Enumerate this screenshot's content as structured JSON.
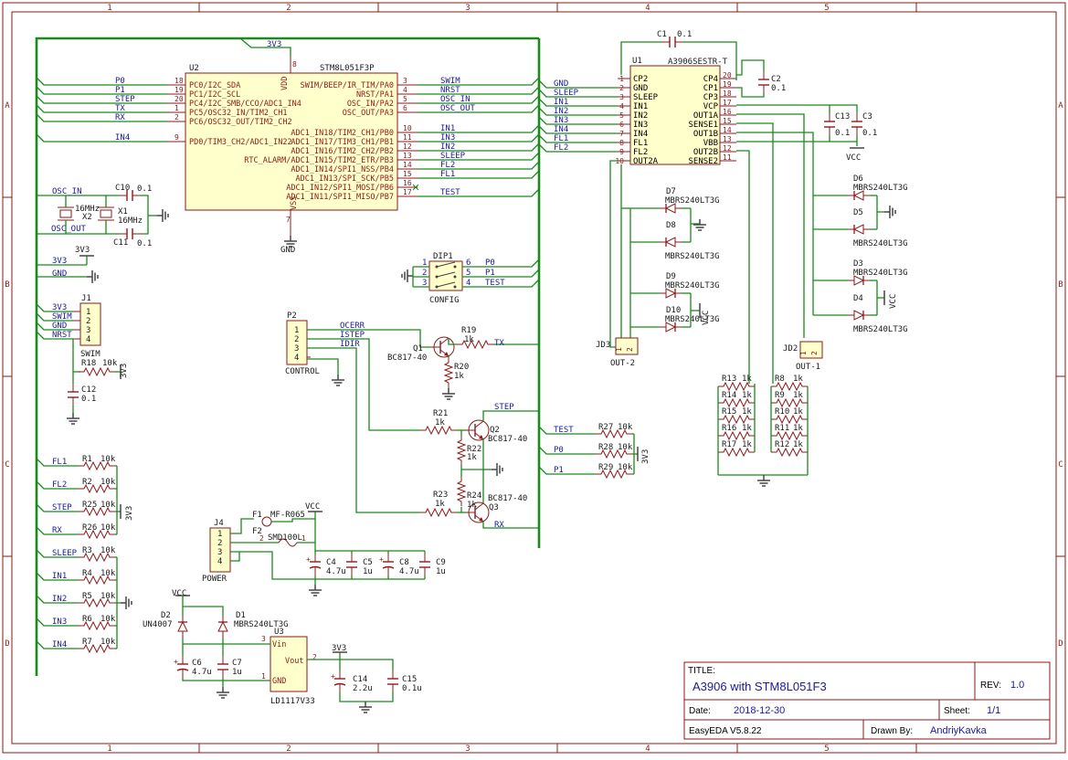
{
  "grid": {
    "columns": [
      "1",
      "2",
      "3",
      "4",
      "5"
    ],
    "rows": [
      "A",
      "B",
      "C",
      "D"
    ]
  },
  "title_block": {
    "title_label": "TITLE:",
    "title": "A3906 with STM8L051F3",
    "rev_label": "REV:",
    "rev": "1.0",
    "date_label": "Date:",
    "date": "2018-12-30",
    "sheet_label": "Sheet:",
    "sheet": "1/1",
    "tool": "EasyEDA V5.8.22",
    "drawn_label": "Drawn By:",
    "drawn_by": "AndriyKavka"
  },
  "mcu": {
    "ref": "U2",
    "part": "STM8L051F3P",
    "vdd": "VDD",
    "vss": "VSS",
    "vdd_pin": "8",
    "vss_pin": "7",
    "power_net": "3V3",
    "gnd_net": "GND",
    "left_pins": [
      {
        "num": "18",
        "name": "PC0/I2C_SDA",
        "net": "P0"
      },
      {
        "num": "19",
        "name": "PC1/I2C_SCL",
        "net": "P1"
      },
      {
        "num": "20",
        "name": "PC4/I2C_SMB/CCO/ADC1_IN4",
        "net": "STEP"
      },
      {
        "num": "1",
        "name": "PC5/OSC32_IN/TIM2_CH1",
        "net": "TX"
      },
      {
        "num": "2",
        "name": "PC6/OSC32_OUT/TIM2_CH2",
        "net": "RX"
      },
      {
        "num": "9",
        "name": "PD0/TIM3_CH2/ADC1_IN22",
        "net": "IN4"
      }
    ],
    "right_pins": [
      {
        "num": "3",
        "name": "SWIM/BEEP/IR_TIM/PA0",
        "net": "SWIM"
      },
      {
        "num": "4",
        "name": "NRST/PA1",
        "net": "NRST"
      },
      {
        "num": "5",
        "name": "OSC_IN/PA2",
        "net": "OSC_IN"
      },
      {
        "num": "6",
        "name": "OSC_OUT/PA3",
        "net": "OSC_OUT"
      },
      {
        "num": "10",
        "name": "ADC1_IN18/TIM2_CH1/PB0",
        "net": "IN1"
      },
      {
        "num": "11",
        "name": "ADC1_IN17/TIM3_CH1/PB1",
        "net": "IN3"
      },
      {
        "num": "12",
        "name": "ADC1_IN16/TIM2_CH2/PB2",
        "net": "IN2"
      },
      {
        "num": "13",
        "name": "RTC_ALARM/ADC1_IN15/TIM2_ETR/PB3",
        "net": "SLEEP"
      },
      {
        "num": "14",
        "name": "ADC1_IN14/SPI1_NSS/PB4",
        "net": "FL2"
      },
      {
        "num": "15",
        "name": "ADC1_IN13/SPI_SCK/PB5",
        "net": "FL1"
      },
      {
        "num": "16",
        "name": "ADC1_IN12/SPI1_MOSI/PB6",
        "net": ""
      },
      {
        "num": "17",
        "name": "ADC1_IN11/SPI1_MISO/PB7",
        "net": "TEST"
      }
    ]
  },
  "driver": {
    "ref": "U1",
    "part": "A3906SESTR-T",
    "left_pins": [
      {
        "num": "1",
        "name": "CP2",
        "net": ""
      },
      {
        "num": "2",
        "name": "GND",
        "net": "GND"
      },
      {
        "num": "3",
        "name": "SLEEP",
        "net": "SLEEP"
      },
      {
        "num": "4",
        "name": "IN1",
        "net": "IN1"
      },
      {
        "num": "5",
        "name": "IN2",
        "net": "IN2"
      },
      {
        "num": "6",
        "name": "IN3",
        "net": "IN3"
      },
      {
        "num": "7",
        "name": "IN4",
        "net": "IN4"
      },
      {
        "num": "8",
        "name": "FL1",
        "net": "FL1"
      },
      {
        "num": "9",
        "name": "FL2",
        "net": "FL2"
      },
      {
        "num": "10",
        "name": "OUT2A",
        "net": ""
      }
    ],
    "right_pins": [
      {
        "num": "20",
        "name": "CP4"
      },
      {
        "num": "19",
        "name": "CP1"
      },
      {
        "num": "18",
        "name": "CP3"
      },
      {
        "num": "17",
        "name": "VCP"
      },
      {
        "num": "16",
        "name": "OUT1A"
      },
      {
        "num": "15",
        "name": "SENSE1"
      },
      {
        "num": "14",
        "name": "OUT1B"
      },
      {
        "num": "13",
        "name": "VBB"
      },
      {
        "num": "12",
        "name": "OUT2B"
      },
      {
        "num": "11",
        "name": "SENSE2"
      }
    ]
  },
  "caps": {
    "c1": {
      "ref": "C1",
      "val": "0.1"
    },
    "c2": {
      "ref": "C2",
      "val": "0.1"
    },
    "c13": {
      "ref": "C13",
      "val": "0.1"
    },
    "c3": {
      "ref": "C3",
      "val": "0.1"
    },
    "c10": {
      "ref": "C10",
      "val": "0.1"
    },
    "c11": {
      "ref": "C11",
      "val": "0.1"
    },
    "c12": {
      "ref": "C12",
      "val": "0.1"
    },
    "c4": {
      "ref": "C4",
      "val": "4.7u"
    },
    "c5": {
      "ref": "C5",
      "val": "1u"
    },
    "c8": {
      "ref": "C8",
      "val": "4.7u"
    },
    "c9": {
      "ref": "C9",
      "val": "1u"
    },
    "c6": {
      "ref": "C6",
      "val": "4.7u"
    },
    "c7": {
      "ref": "C7",
      "val": "1u"
    },
    "c14": {
      "ref": "C14",
      "val": "2.2u"
    },
    "c15": {
      "ref": "C15",
      "val": "0.1u"
    }
  },
  "crystals": {
    "x2": {
      "ref": "X2",
      "val": "16MHz"
    },
    "x1": {
      "ref": "X1",
      "val": "16MHz"
    }
  },
  "osc_nets": {
    "in": "OSC_IN",
    "out": "OSC_OUT"
  },
  "left_bus_nets": {
    "v3": "3V3",
    "gnd": "GND"
  },
  "swim_header": {
    "ref": "J1",
    "caption": "SWIM",
    "pins": [
      "1",
      "2",
      "3",
      "4"
    ],
    "nets": [
      "3V3",
      "SWIM",
      "GND",
      "NRST"
    ]
  },
  "r18": {
    "ref": "R18",
    "val": "10k",
    "net": "3V3"
  },
  "pullups": {
    "net": "3V3",
    "items": [
      {
        "ref": "R1",
        "val": "10k",
        "net": "FL1"
      },
      {
        "ref": "R2",
        "val": "10k",
        "net": "FL2"
      },
      {
        "ref": "R25",
        "val": "10k",
        "net": "STEP"
      },
      {
        "ref": "R26",
        "val": "10k",
        "net": "RX"
      }
    ]
  },
  "pulldowns": {
    "items": [
      {
        "ref": "R3",
        "val": "10k",
        "net": "SLEEP"
      },
      {
        "ref": "R4",
        "val": "10k",
        "net": "IN1"
      },
      {
        "ref": "R5",
        "val": "10k",
        "net": "IN2"
      },
      {
        "ref": "R6",
        "val": "10k",
        "net": "IN3"
      },
      {
        "ref": "R7",
        "val": "10k",
        "net": "IN4"
      }
    ]
  },
  "dip": {
    "ref": "DIP1",
    "caption": "CONFIG",
    "left_nums": [
      "1",
      "2",
      "3"
    ],
    "right_nums": [
      "6",
      "5",
      "4"
    ],
    "nets": [
      "P0",
      "P1",
      "TEST"
    ]
  },
  "control_header": {
    "ref": "P2",
    "caption": "CONTROL",
    "pins": [
      "1",
      "2",
      "3",
      "4"
    ],
    "nets": [
      "OCERR",
      "ISTEP",
      "IDIR"
    ]
  },
  "transistors": {
    "q1": {
      "ref": "Q1",
      "part": "BC817-40"
    },
    "q2": {
      "ref": "Q2",
      "part": "BC817-40"
    },
    "q3": {
      "ref": "Q3",
      "part": "BC817-40"
    }
  },
  "small_res": {
    "r19": {
      "ref": "R19",
      "val": "1k"
    },
    "r20": {
      "ref": "R20",
      "val": "1k"
    },
    "r21": {
      "ref": "R21",
      "val": "1k"
    },
    "r22": {
      "ref": "R22",
      "val": "1k"
    },
    "r23": {
      "ref": "R23",
      "val": "1k"
    },
    "r24": {
      "ref": "R24",
      "val": "1k"
    }
  },
  "q_nets": {
    "tx": "TX",
    "step": "STEP",
    "rx": "RX"
  },
  "test_pullups": {
    "net": "3V3",
    "items": [
      {
        "ref": "R27",
        "val": "10k",
        "net": "TEST"
      },
      {
        "ref": "R28",
        "val": "10k",
        "net": "P0"
      },
      {
        "ref": "R29",
        "val": "10k",
        "net": "P1"
      }
    ]
  },
  "power_conn": {
    "ref": "J4",
    "caption": "POWER",
    "pins": [
      "1",
      "2",
      "3",
      "4"
    ],
    "f1": {
      "ref": "F1",
      "val": "MF-R065"
    },
    "f2": {
      "ref": "F2",
      "val": "SMD100L"
    },
    "f_pins": [
      "2",
      "1"
    ],
    "vcc": "VCC"
  },
  "regulator": {
    "ref": "U3",
    "part": "LD1117V33",
    "vin": "Vin",
    "vout": "Vout",
    "gnd": "GND",
    "pins": {
      "vin": "3",
      "vout": "2",
      "gnd": "1"
    },
    "vcc": "VCC",
    "out": "3V3"
  },
  "reg_diodes": {
    "d2": {
      "ref": "D2",
      "part": "UN4007"
    },
    "d1": {
      "ref": "D1",
      "part": "MBRS240LT3G"
    }
  },
  "bridge_diodes": {
    "left": [
      {
        "ref": "D7",
        "part": "MBRS240LT3G"
      },
      {
        "ref": "D8",
        "part": "MBRS240LT3G"
      },
      {
        "ref": "D9",
        "part": "MBRS240LT3G"
      },
      {
        "ref": "D10",
        "part": "MBRS240LT3G"
      }
    ],
    "right": [
      {
        "ref": "D6",
        "part": "MBRS240LT3G"
      },
      {
        "ref": "D5",
        "part": "MBRS240LT3G"
      },
      {
        "ref": "D3",
        "part": "MBRS240LT3G"
      },
      {
        "ref": "D4",
        "part": "MBRS240LT3G"
      }
    ],
    "vcc": "VCC"
  },
  "outputs": {
    "jd3": {
      "ref": "JD3",
      "caption": "OUT-2",
      "pins": [
        "1",
        "2"
      ]
    },
    "jd2": {
      "ref": "JD2",
      "caption": "OUT-1",
      "pins": [
        "1",
        "2"
      ]
    }
  },
  "sense_res": {
    "left": [
      {
        "ref": "R13",
        "val": "1k"
      },
      {
        "ref": "R14",
        "val": "1k"
      },
      {
        "ref": "R15",
        "val": "1k"
      },
      {
        "ref": "R16",
        "val": "1k"
      },
      {
        "ref": "R17",
        "val": "1k"
      }
    ],
    "right": [
      {
        "ref": "R8",
        "val": "1k"
      },
      {
        "ref": "R9",
        "val": "1k"
      },
      {
        "ref": "R10",
        "val": "1k"
      },
      {
        "ref": "R11",
        "val": "1k"
      },
      {
        "ref": "R12",
        "val": "1k"
      }
    ]
  },
  "vcc": "VCC",
  "colors": {
    "wire": "#1a8a1a",
    "component": "#8b1a1a",
    "ic_fill": "#ffffcc",
    "net_label": "#1a1a9a"
  }
}
